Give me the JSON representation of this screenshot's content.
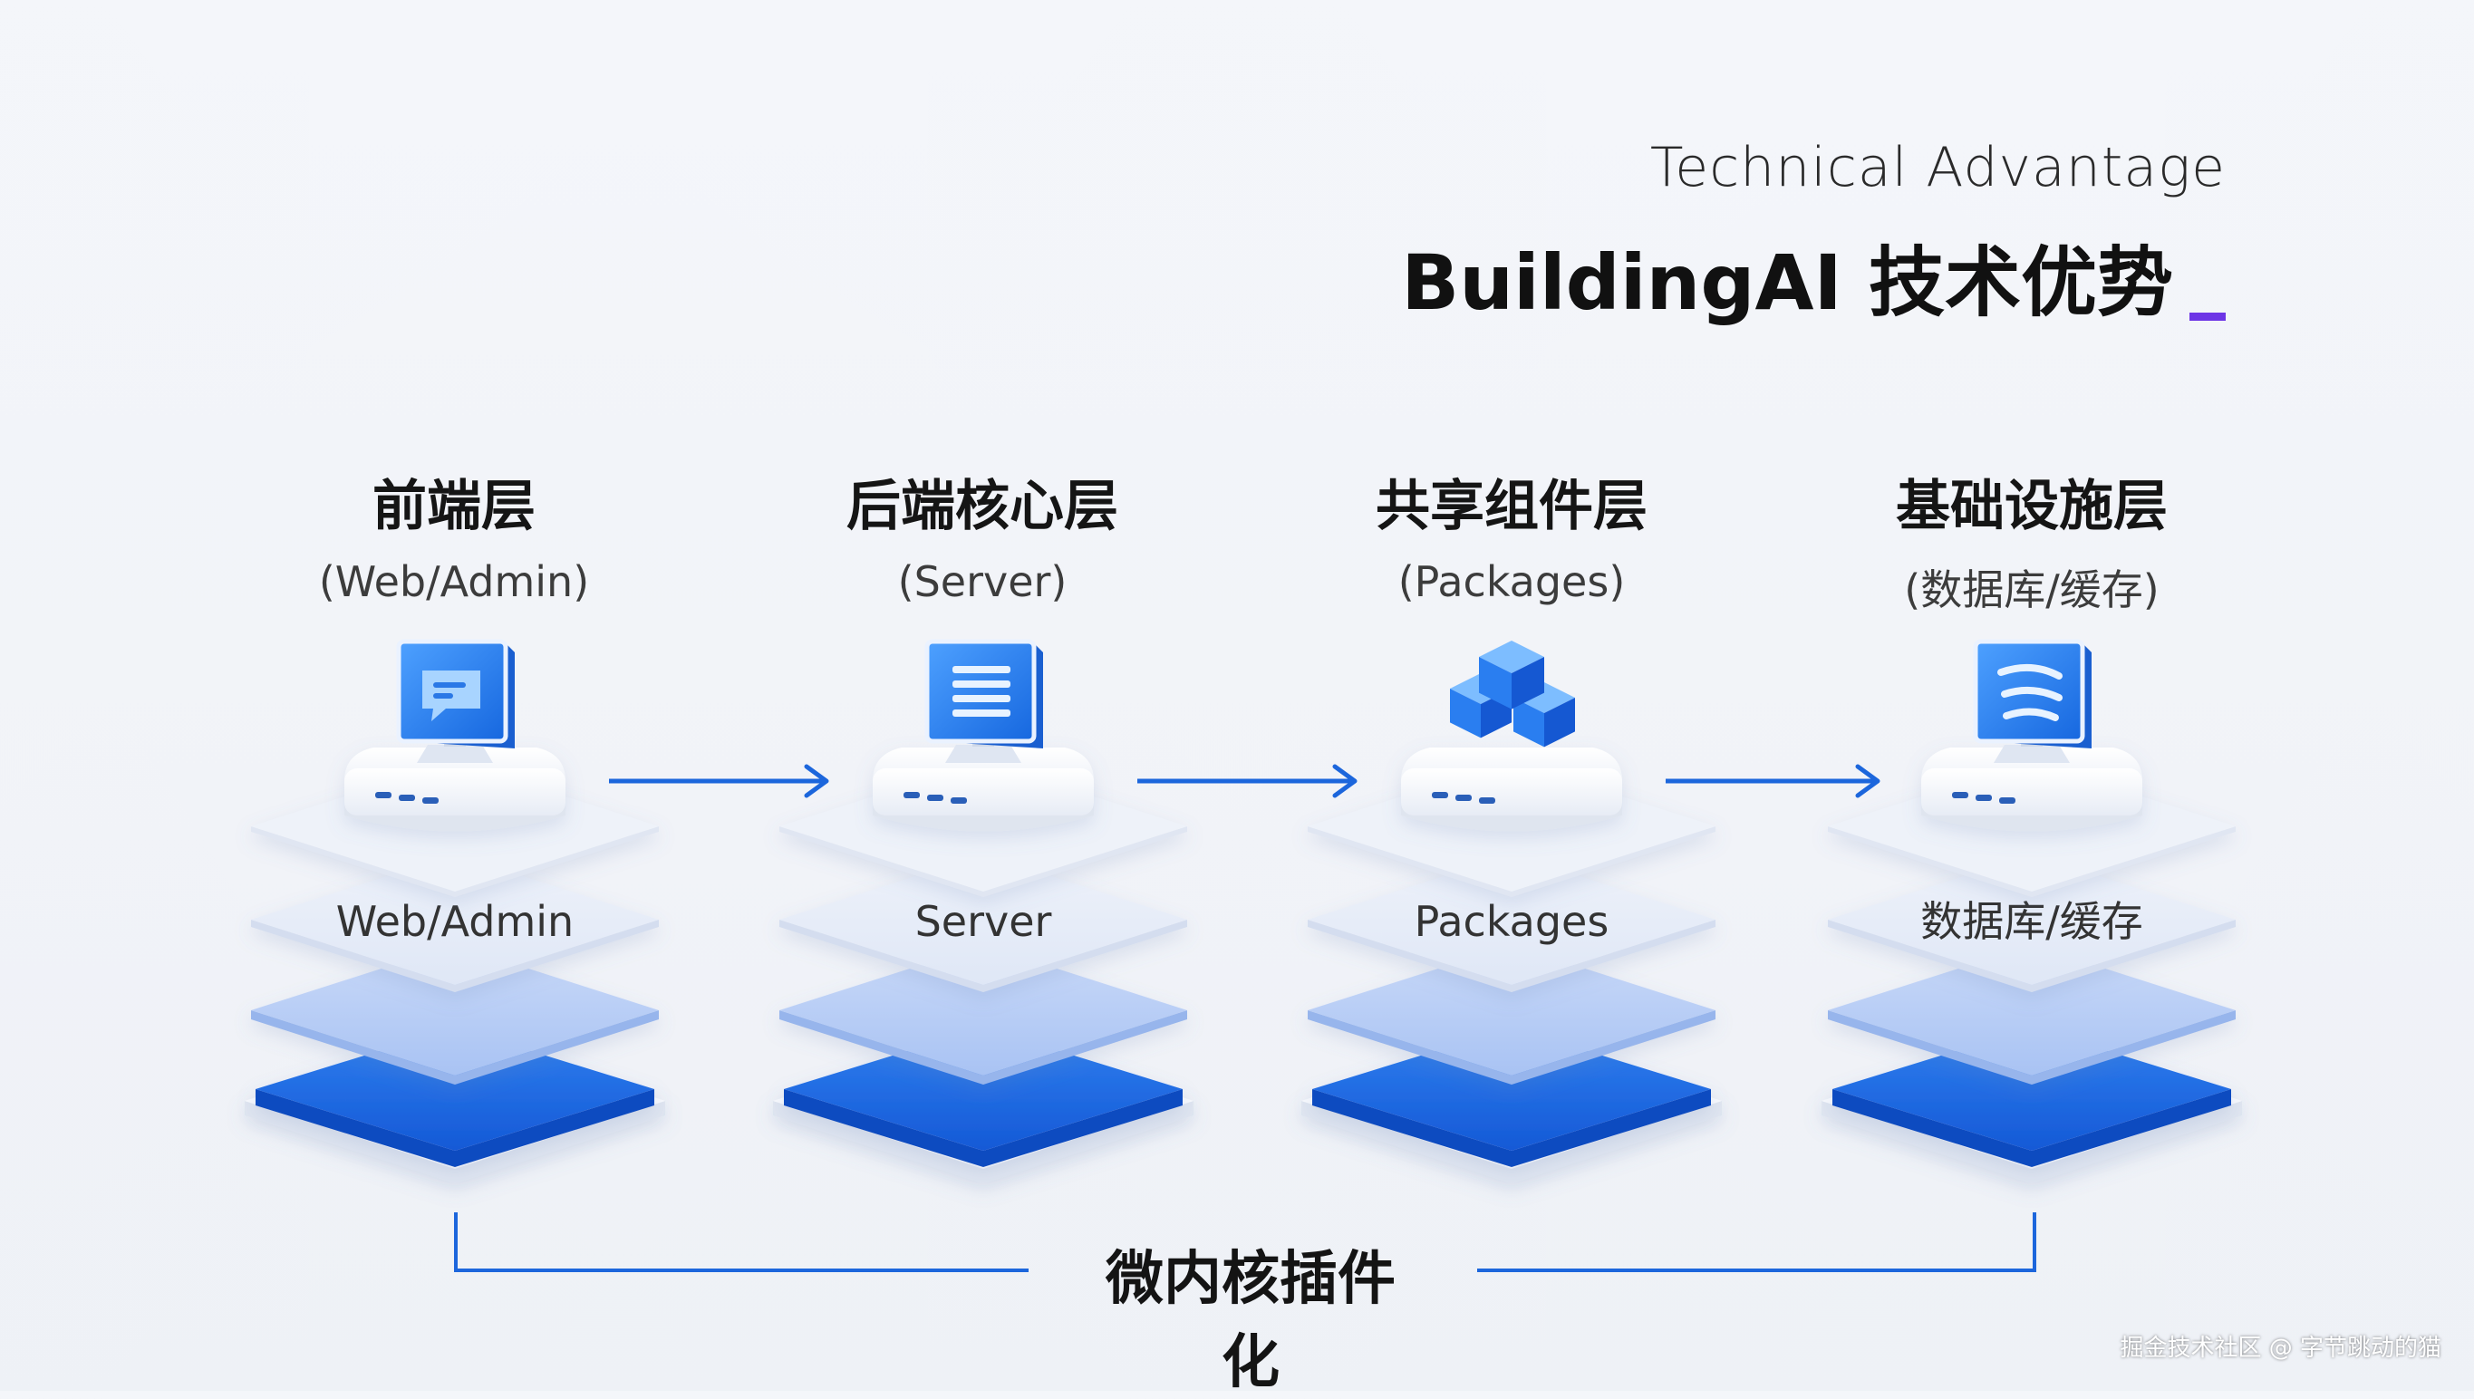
{
  "header": {
    "subtitle": "Technical Advantage",
    "title": "BuildingAI 技术优势"
  },
  "layers": [
    {
      "title": "前端层",
      "subtitle": "(Web/Admin)",
      "plate_label": "Web/Admin",
      "icon": "monitor-chat-icon"
    },
    {
      "title": "后端核心层",
      "subtitle": "(Server)",
      "plate_label": "Server",
      "icon": "monitor-list-icon"
    },
    {
      "title": "共享组件层",
      "subtitle": "(Packages)",
      "plate_label": "Packages",
      "icon": "cubes-icon"
    },
    {
      "title": "基础设施层",
      "subtitle": "(数据库/缓存)",
      "plate_label": "数据库/缓存",
      "icon": "monitor-database-icon"
    }
  ],
  "footer": {
    "core_label": "微内核插件化",
    "watermark": "掘金技术社区 @ 字节跳动的猫"
  },
  "colors": {
    "accent_blue": "#1f6fe0",
    "accent_purple": "#6d35e6",
    "arrow": "#1c66dc"
  }
}
